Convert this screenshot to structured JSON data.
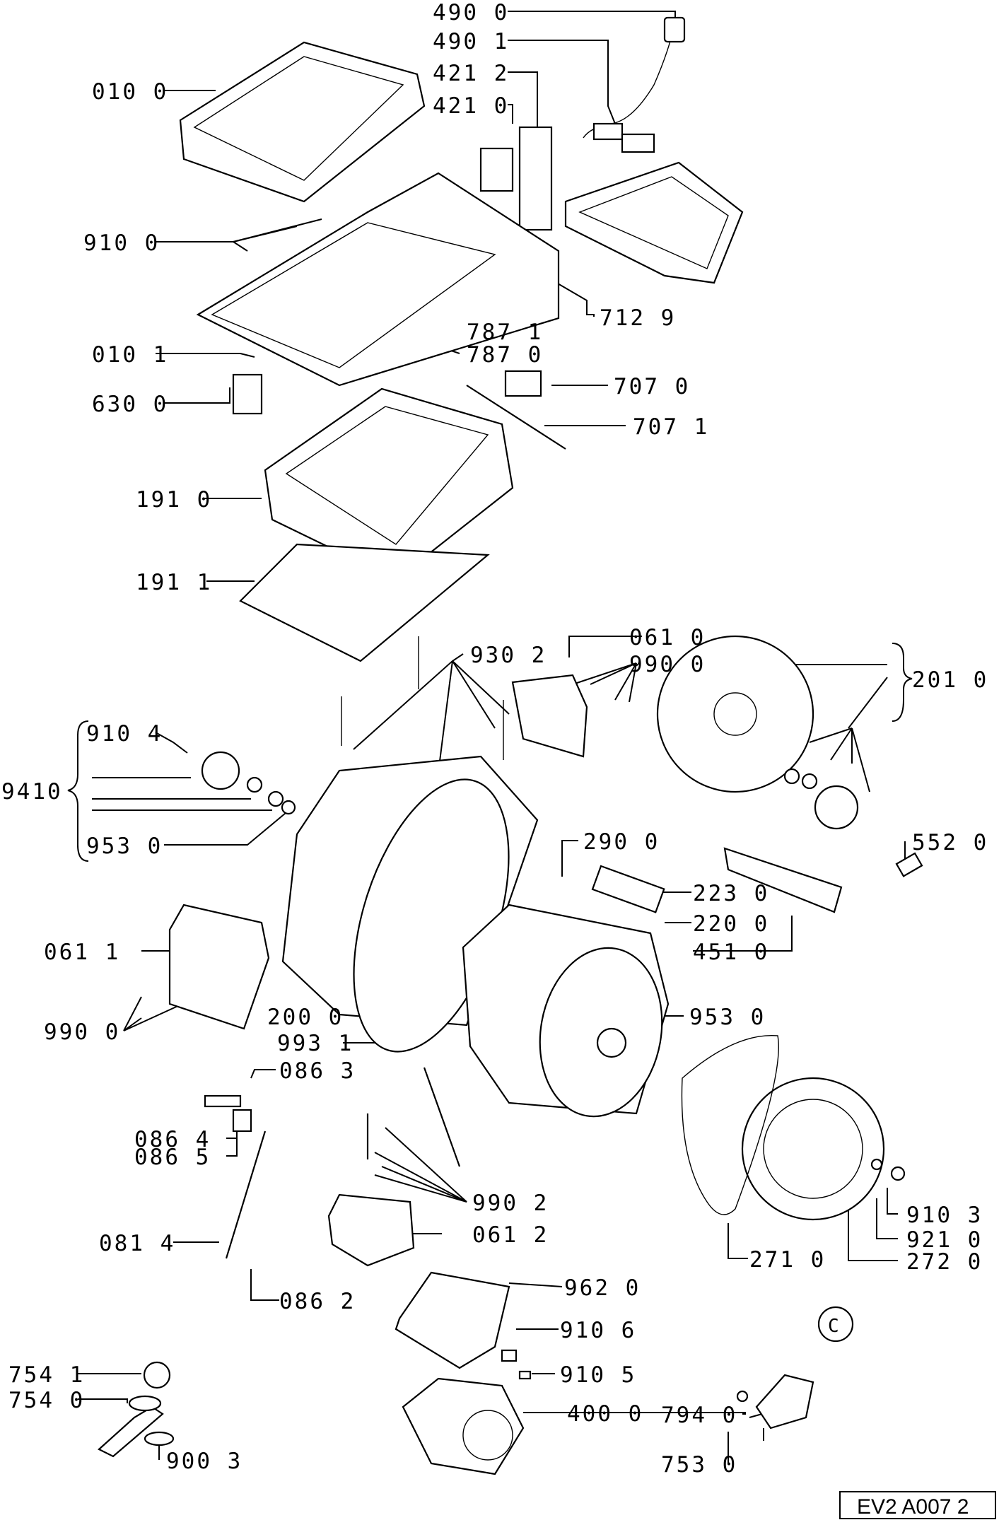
{
  "labels": {
    "p4900": "490 0",
    "p4901": "490 1",
    "p4212": "421 2",
    "p4210": "421 0",
    "p0100": "010 0",
    "p9100": "910 0",
    "p0101": "010 1",
    "p7129": "712 9",
    "p7871": "787 1",
    "p7870": "787 0",
    "p6300": "630 0",
    "p7070": "707 0",
    "p7071": "707 1",
    "p1910": "191 0",
    "p1911": "191 1",
    "p9302": "930 2",
    "p0610": "061 0",
    "p9900a": "990 0",
    "p2010": "201 0",
    "p9104": "910 4",
    "p9410": "9410",
    "p9530a": "953 0",
    "p2900": "290 0",
    "p5520": "552 0",
    "p2230": "223 0",
    "p2200": "220 0",
    "p4510": "451 0",
    "p0611": "061 1",
    "p9900b": "990 0",
    "p2000": "200 0",
    "p9931": "993 1",
    "p9530b": "953 0",
    "p0863": "086 3",
    "p0864": "086 4",
    "p0865": "086 5",
    "p9902": "990 2",
    "p0612": "061 2",
    "p0814": "081 4",
    "p0862": "086 2",
    "p9103": "910 3",
    "p9210": "921 0",
    "p2710": "271 0",
    "p2720": "272 0",
    "p9620": "962 0",
    "p9106": "910 6",
    "p9105": "910 5",
    "p7541": "754 1",
    "p7540": "754 0",
    "p4000": "400 0",
    "p9003": "900 3",
    "p7940": "794 0",
    "p7530": "753 0",
    "circleC": "C"
  },
  "drawing_code": "EV2 A007 2"
}
